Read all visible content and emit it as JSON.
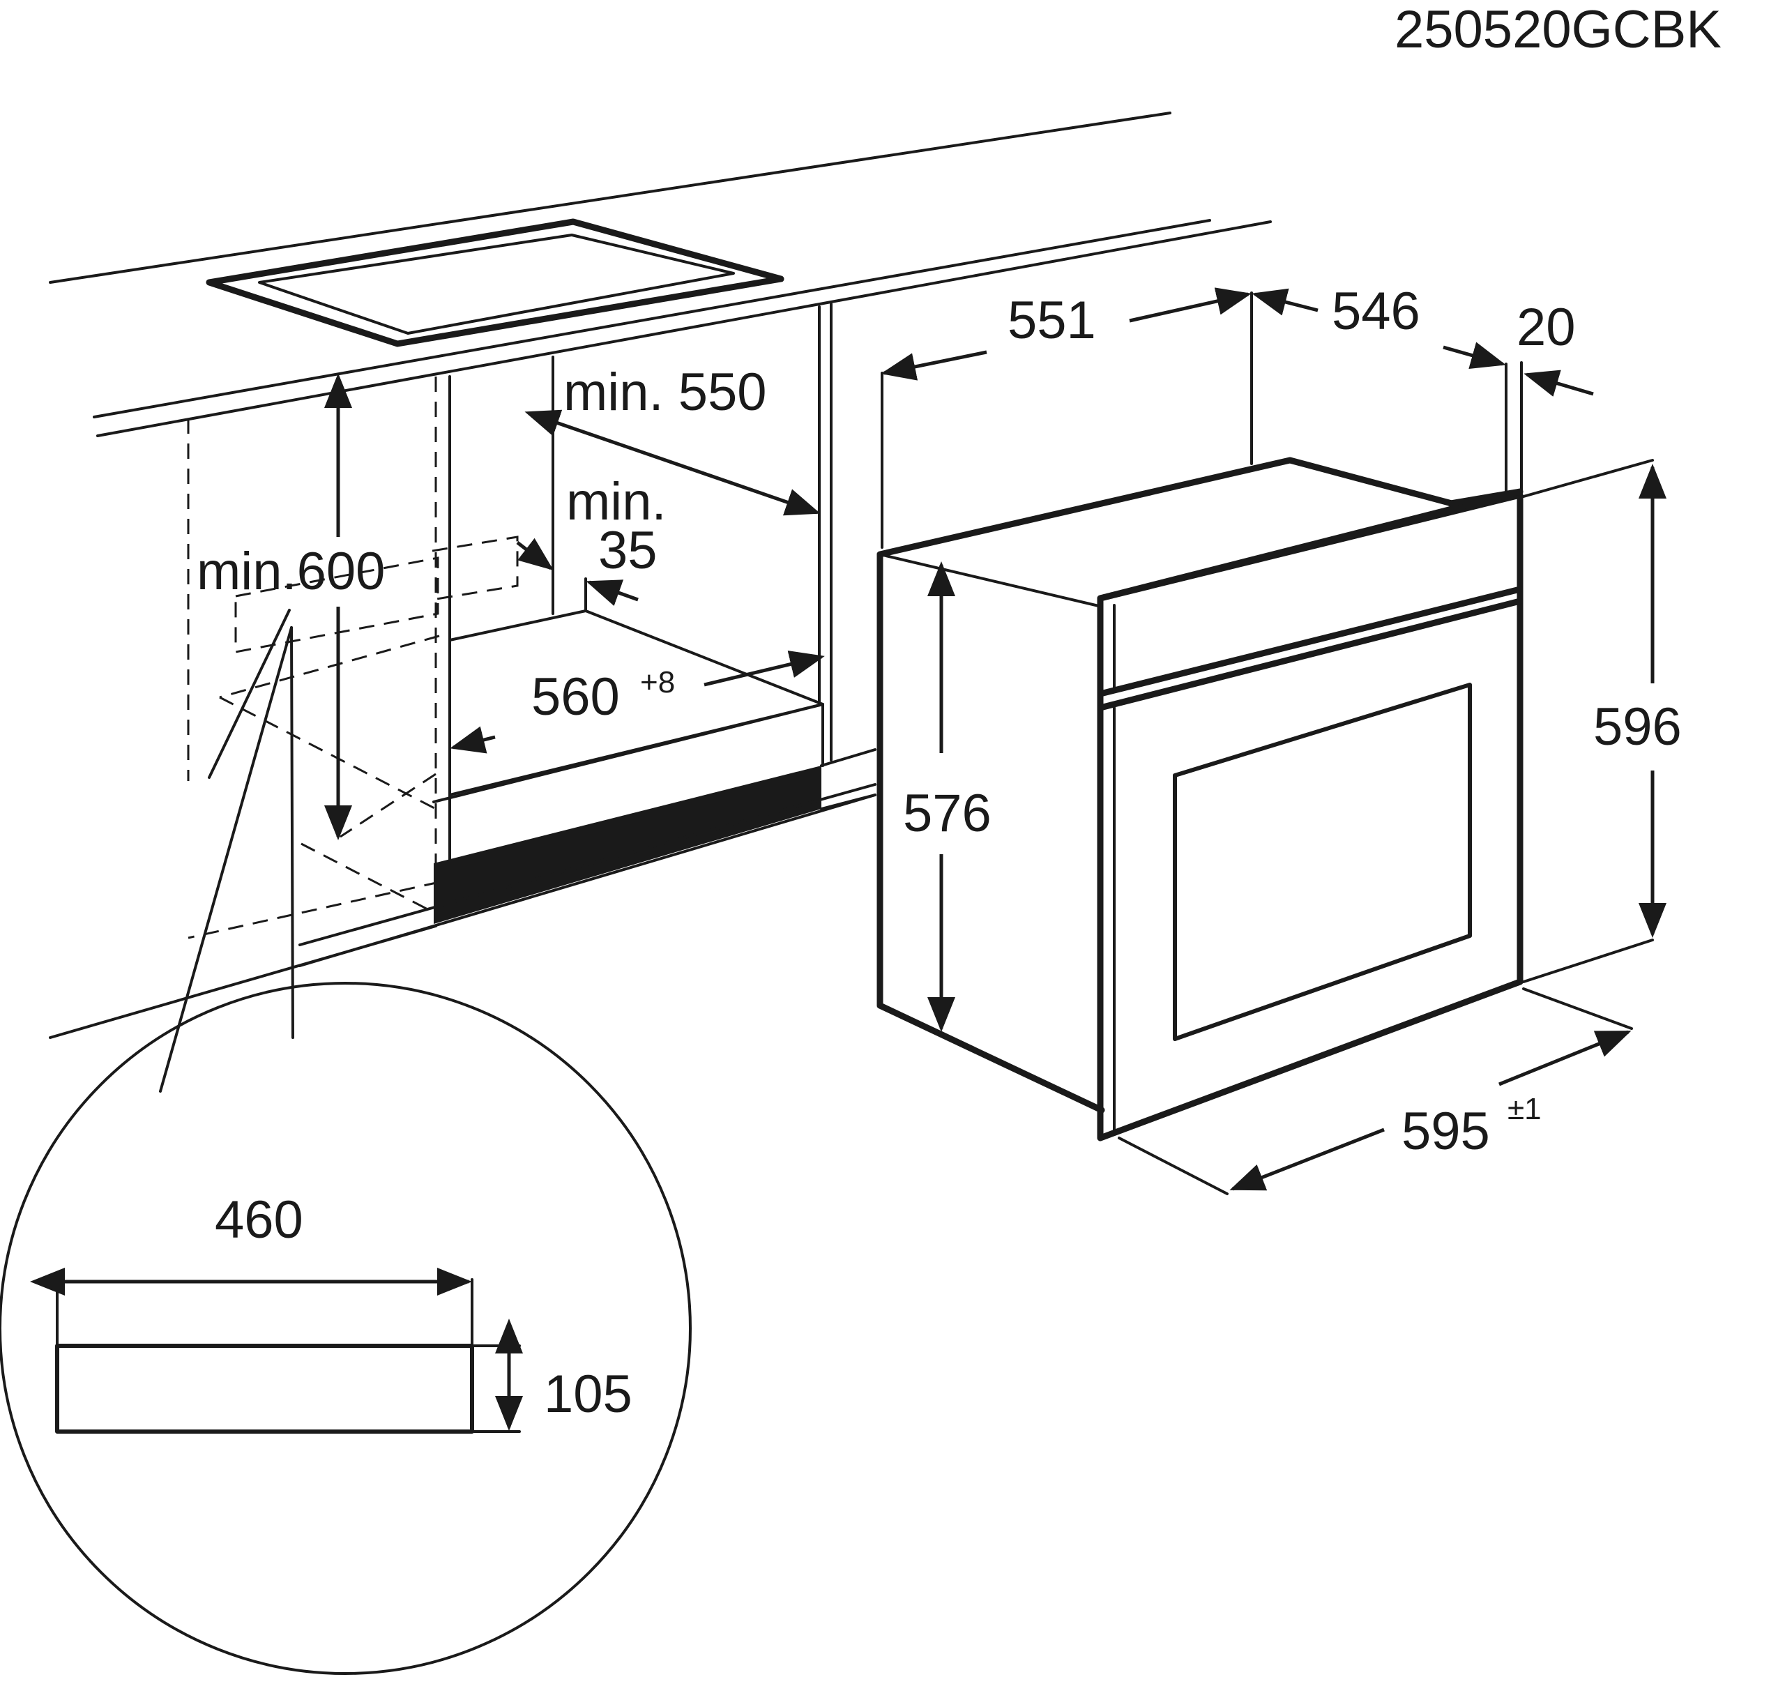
{
  "document_code": "250520GCBK",
  "dimensions": {
    "cabinet_height": "min.600",
    "cabinet_depth": "min. 550",
    "gap_top_line1": "min.",
    "gap_top_line2": "35",
    "cabinet_width": "560",
    "cabinet_width_tol": "+8",
    "oven_depth_total": "551",
    "oven_depth_body": "546",
    "oven_front_thickness": "20",
    "oven_body_height": "576",
    "oven_front_height": "596",
    "oven_width": "595",
    "oven_width_tol": "±1",
    "vent_width": "460",
    "vent_height": "105"
  }
}
